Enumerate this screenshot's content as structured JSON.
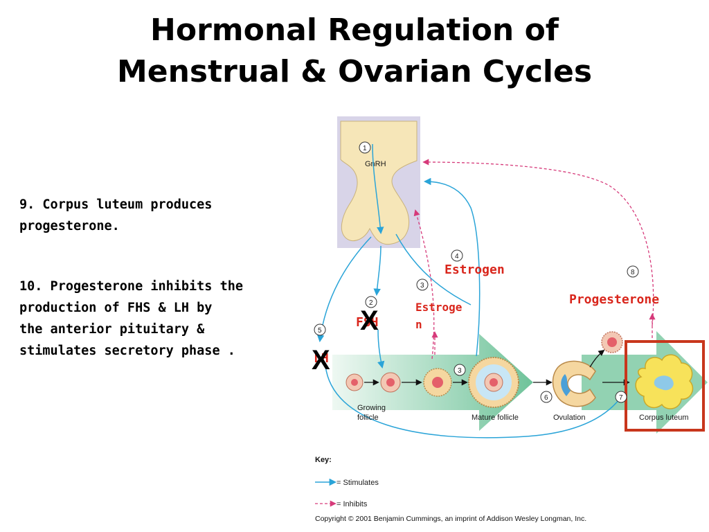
{
  "title": {
    "line1": "Hormonal Regulation of",
    "line2": "Menstrual & Ovarian Cycles"
  },
  "text": {
    "item9": "9. Corpus luteum produces\nprogesterone.",
    "item10": "10. Progesterone inhibits the\nproduction of FHS & LH  by\nthe anterior pituitary &\nstimulates secretory phase ."
  },
  "diagram": {
    "gnrh": "GnRH",
    "fsh": "FSH",
    "lh": "LH",
    "estrogen_top": "Estrogen",
    "estrogen_split_1": "Estroge",
    "estrogen_split_2": "n",
    "progesterone": "Progesterone",
    "growing_follicle_1": "Growing",
    "growing_follicle_2": "follicle",
    "mature_follicle": "Mature follicle",
    "ovulation": "Ovulation",
    "corpus_luteum": "Corpus luteum",
    "step_numbers": [
      "1",
      "2",
      "3",
      "3",
      "4",
      "5",
      "6",
      "7",
      "8"
    ],
    "cross_mark": "X"
  },
  "key": {
    "heading": "Key:",
    "stimulates": "= Stimulates",
    "inhibits": "= Inhibits"
  },
  "copyright": "Copyright © 2001 Benjamin Cummings, an imprint of Addison Wesley Longman, Inc.",
  "colors": {
    "stimulate_arrow": "#2aa4d8",
    "inhibit_arrow": "#d63a7a",
    "label_red": "#d9261c",
    "highlight_box": "#c8361c",
    "pituitary_bg": "#d8d4e8",
    "gland": "#f6e6b8",
    "follicle_band": "#7fcaa4",
    "corpus_luteum": "#f7e25a"
  }
}
